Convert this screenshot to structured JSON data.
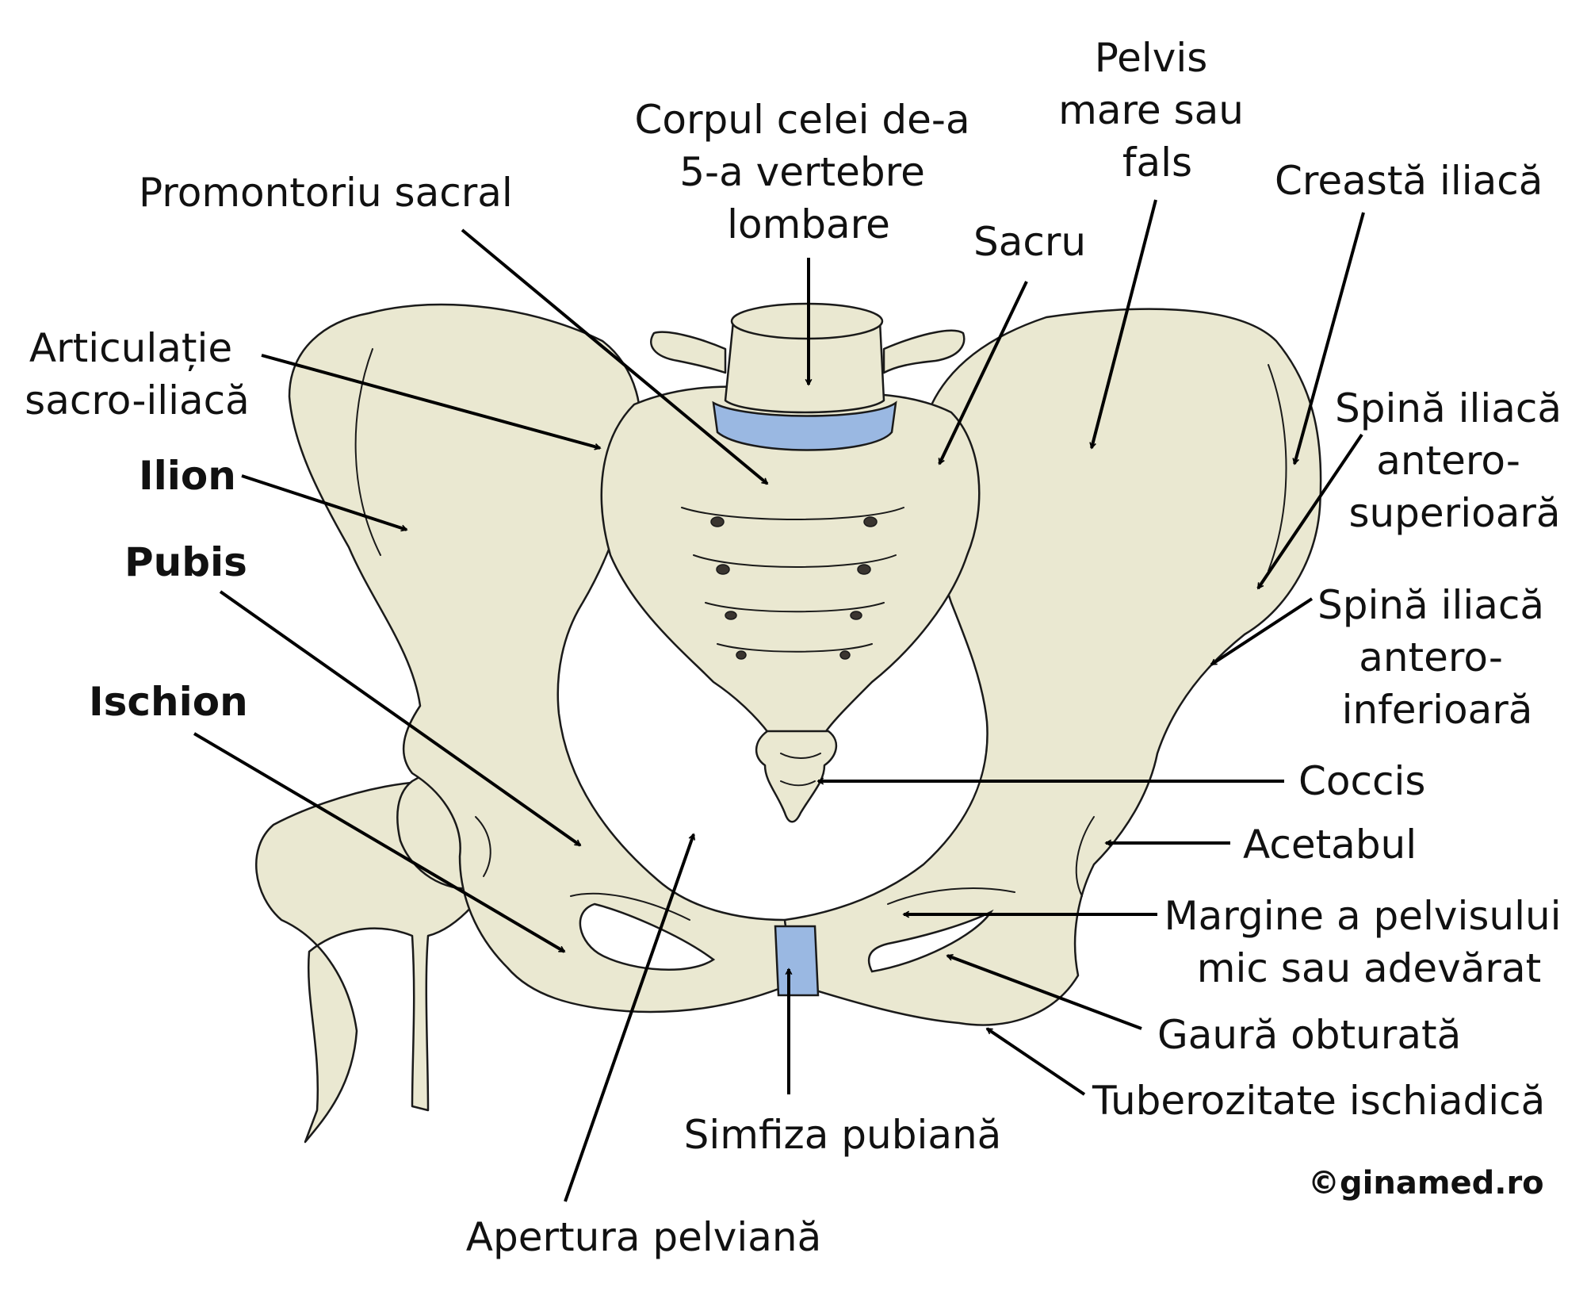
{
  "colors": {
    "bone": "#eae8d1",
    "cartilage": "#9ab8e2",
    "line": "#1a1a1a",
    "credit": "#2f84c9"
  },
  "labels": {
    "pelvis_mare": [
      "Pelvis",
      "mare sau",
      "fals"
    ],
    "corpul_vertebrei": [
      "Corpul celei de-a",
      "5-a vertebre",
      "lombare"
    ],
    "promontoriu": "Promontoriu sacral",
    "sacru": "Sacru",
    "creasta_iliaca": "Creastă iliacă",
    "articulatie": [
      "Articulație",
      "sacro-iliacă"
    ],
    "ilion": "Ilion",
    "pubis": "Pubis",
    "ischion": "Ischion",
    "spina_superioara": [
      "Spină iliacă",
      "antero-",
      "superioară"
    ],
    "spina_inferioara": [
      "Spină iliacă",
      "antero-",
      "inferioară"
    ],
    "coccis": "Coccis",
    "acetabul": "Acetabul",
    "margine": [
      "Margine a pelvisului",
      "mic sau adevărat"
    ],
    "gaura": "Gaură obturată",
    "tuberozitate": "Tuberozitate ischiadică",
    "simfiza": "Simfiza pubiană",
    "apertura": "Apertura pelviană"
  },
  "credit": "©ginamed.ro"
}
